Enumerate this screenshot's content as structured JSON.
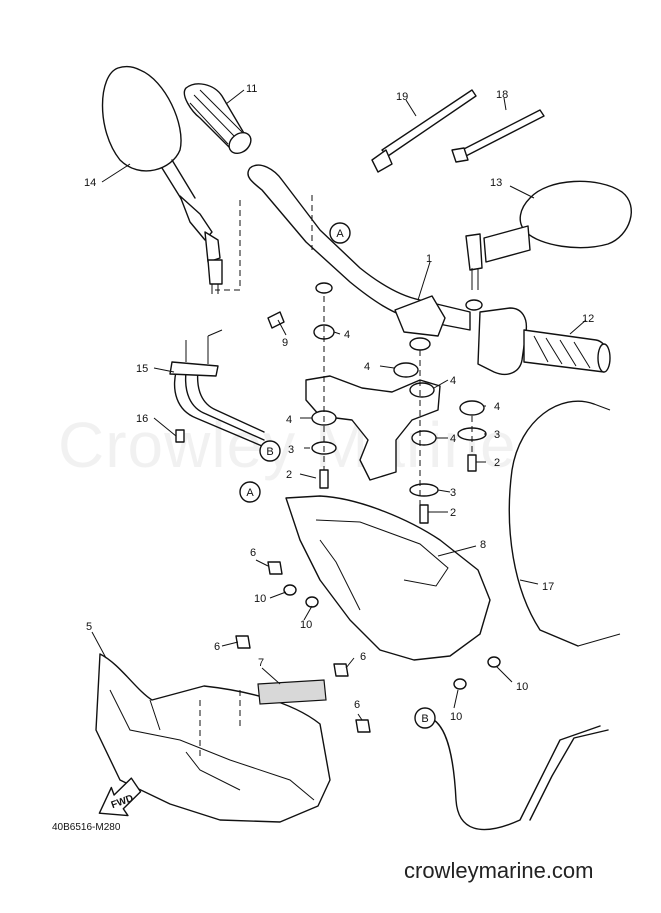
{
  "diagram": {
    "drawing_code": "40B6516-M280",
    "watermark": "Crowley Marine",
    "site_url": "crowleymarine.com",
    "fwd_label": "FWD",
    "callouts": [
      "1",
      "2",
      "2",
      "2",
      "3",
      "3",
      "3",
      "4",
      "4",
      "4",
      "4",
      "4",
      "4",
      "5",
      "6",
      "6",
      "6",
      "6",
      "7",
      "8",
      "9",
      "10",
      "10",
      "10",
      "10",
      "11",
      "12",
      "13",
      "14",
      "15",
      "16",
      "17",
      "18",
      "19"
    ],
    "connectors": [
      "A",
      "A",
      "B",
      "B"
    ]
  }
}
